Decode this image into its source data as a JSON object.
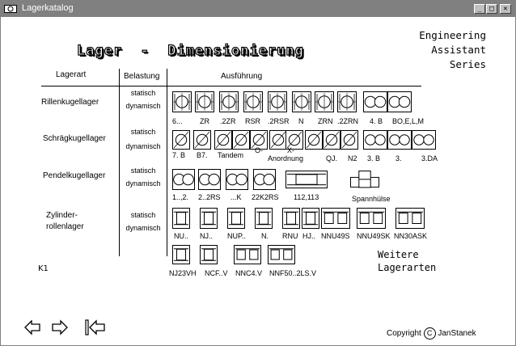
{
  "window": {
    "title": "Lagerkatalog",
    "min_label": "_",
    "max_label": "□",
    "close_label": "✕"
  },
  "heading": "Lager  -  Dimensionierung",
  "branding": [
    "Engineering",
    "Assistant",
    "Series"
  ],
  "table_headers": {
    "type": "Lagerart",
    "load": "Belastung",
    "design": "Ausführung"
  },
  "rows": {
    "rillen": {
      "label": "Rillenkugellager",
      "load1": "statisch",
      "load2": "dynamisch",
      "codes": [
        "6...",
        "ZR",
        ".2ZR",
        "RSR",
        ".2RSR",
        "N",
        "ZRN",
        ".2ZRN",
        "4. B",
        "BO,E,L,M"
      ]
    },
    "schraeg": {
      "label": "Schrägkugellager",
      "load1": "statisch",
      "load2": "dynamisch",
      "codes": [
        "7. B",
        "B7.",
        "Tandem",
        "O-",
        "X-",
        "Anordnung",
        "QJ.",
        "N2",
        "3. B",
        "3.",
        "3.DA"
      ]
    },
    "pendel": {
      "label": "Pendelkugellager",
      "load1": "statisch",
      "load2": "dynamisch",
      "codes": [
        "1..,2.",
        "2..2RS",
        "...K",
        "22K2RS",
        "112,113",
        "Spannhülse"
      ]
    },
    "zyl": {
      "label1": "Zylinder-",
      "label2": "rollenlager",
      "load1": "statisch",
      "load2": "dynamisch",
      "codes": [
        "NU..",
        "NJ..",
        "NUP..",
        "N.",
        "RNU",
        "HJ..",
        "NNU49S",
        "NNU49SK",
        "NN30ASK"
      ],
      "codes2": [
        "NJ23VH",
        "NCF..V",
        "NNC4.V",
        "NNF50..2LS.V"
      ]
    }
  },
  "weitere": [
    "Weitere",
    "Lagerarten"
  ],
  "k1": "K1",
  "copyright": {
    "prefix": "Copyright",
    "symbol": "C",
    "author": "JanStanek"
  }
}
